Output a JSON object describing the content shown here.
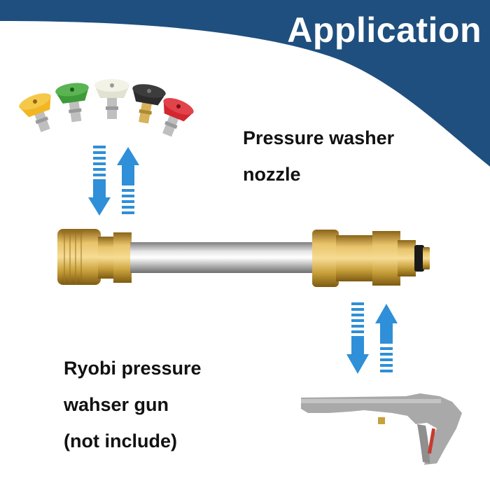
{
  "header": {
    "title": "Application",
    "background_color": "#1f4f7e"
  },
  "nozzle_caption": {
    "line1": "Pressure washer",
    "line2": "nozzle"
  },
  "gun_caption": {
    "line1": "Ryobi pressure",
    "line2": "wahser gun",
    "line3": "(not include)"
  },
  "colors": {
    "arrow_blue": "#2f8fd8",
    "brass": "#c9a13b",
    "steel": "#b9b9b9",
    "gun_gray": "#a9a9a9"
  },
  "nozzle_tip_colors": [
    "#f2b623",
    "#3f9a3a",
    "#ececdc",
    "#2b2b2b",
    "#d3262f"
  ],
  "icons": [
    "nozzle-tip-icon",
    "arrow-down-icon",
    "arrow-up-icon",
    "adapter-wand-icon",
    "spray-gun-icon"
  ]
}
